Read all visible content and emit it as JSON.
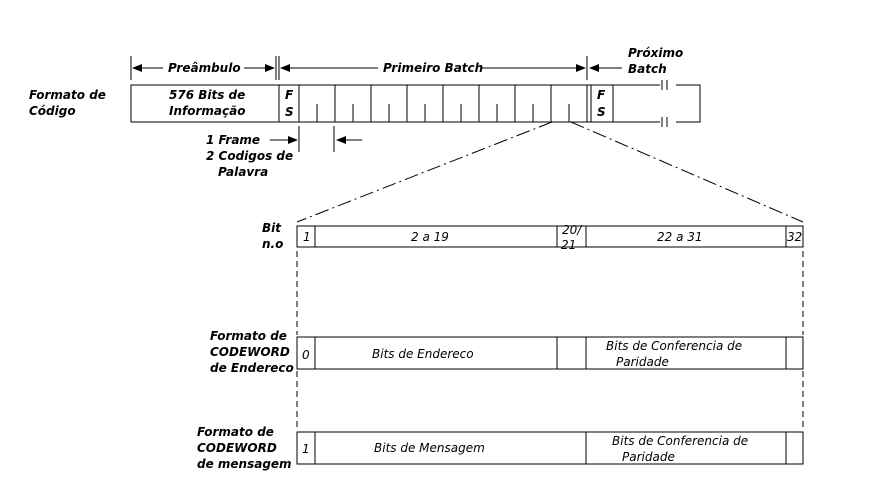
{
  "top_row": {
    "preambulo_label": "Preâmbulo",
    "primeiro_batch_label": "Primeiro Batch",
    "proximo_batch_label_1": "Próximo",
    "proximo_batch_label_2": "Batch",
    "formato_codigo_label_1": "Formato de",
    "formato_codigo_label_2": "Código",
    "bits_info_label_1": "576 Bits de",
    "bits_info_label_2": "Informação",
    "fs_label_f": "F",
    "fs_label_s": "S",
    "frame_label_1": "1 Frame",
    "frame_label_2": "2 Codigos de",
    "frame_label_3": "Palavra",
    "batch_frame_count": 8
  },
  "bit_row": {
    "bit_no_label_1": "Bit",
    "bit_no_label_2": "n.o",
    "cell_1": "1",
    "cell_2_19": "2 a 19",
    "cell_20_21_a": "20/",
    "cell_20_21_b": "21",
    "cell_22_31": "22 a 31",
    "cell_32": "32"
  },
  "address_row": {
    "label_1": "Formato de",
    "label_2": "CODEWORD",
    "label_3": "de Endereco",
    "flag": "0",
    "bits_label": "Bits de Endereco",
    "parity_label_1": "Bits  de Conferencia de",
    "parity_label_2": "Paridade"
  },
  "message_row": {
    "label_1": "Formato de",
    "label_2": "CODEWORD",
    "label_3": "de mensagem",
    "flag": "1",
    "bits_label": "Bits de Mensagem",
    "parity_label_1": "Bits  de Conferencia de",
    "parity_label_2": "Paridade"
  }
}
